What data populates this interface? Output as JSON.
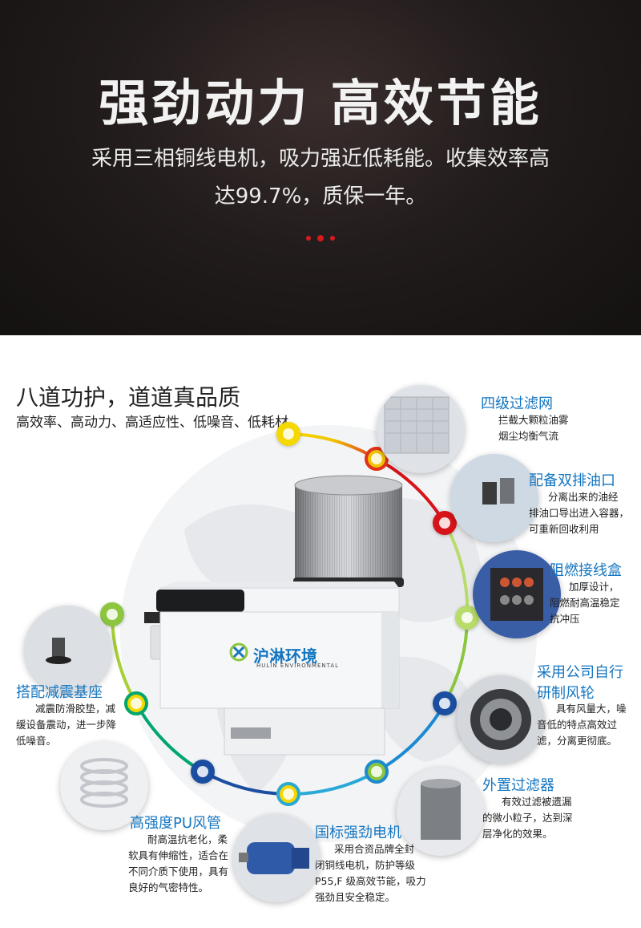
{
  "hero": {
    "title": "强劲动力 高效节能",
    "line1": "采用三相铜线电机，吸力强近低耗能。收集效率高",
    "line2": "达99.7%，质保一年。"
  },
  "section": {
    "title": "八道功护，道道真品质",
    "subtitle": "高效率、高动力、高适应性、低噪音、低耗材"
  },
  "product": {
    "brand": "沪淋环境",
    "brand_en": "HULIN ENVIRONMENTAL"
  },
  "features": [
    {
      "title": "四级过滤网",
      "desc": [
        "拦截大颗粒油雾",
        "烟尘均衡气流"
      ],
      "icon": "filter-mesh-icon"
    },
    {
      "title": "配备双排油口",
      "desc": [
        "分离出来的油经",
        "排油口导出进入容器，",
        "可重新回收利用"
      ],
      "icon": "oil-outlet-icon"
    },
    {
      "title": "阻燃接线盒",
      "desc": [
        "加厚设计，",
        "阻燃耐高温稳定",
        "抗冲压"
      ],
      "icon": "junction-box-icon"
    },
    {
      "title": [
        "采用公司自行",
        "研制风轮"
      ],
      "desc": [
        "具有风量大，噪",
        "音低的特点高效过",
        "滤，分离更彻底。"
      ],
      "icon": "fan-wheel-icon"
    },
    {
      "title": "外置过滤器",
      "desc": [
        "有效过滤被遗漏",
        "的微小粒子，达到深",
        "层净化的效果。"
      ],
      "icon": "external-filter-icon"
    },
    {
      "title": "国标强劲电机",
      "desc": [
        "采用合资品牌全封",
        "闭铜线电机，防护等级",
        "P55,F 级高效节能，吸力",
        "强劲且安全稳定。"
      ],
      "icon": "motor-icon"
    },
    {
      "title": "高强度PU风管",
      "desc": [
        "耐高温抗老化，柔",
        "软具有伸缩性，适合在",
        "不同介质下使用，具有",
        "良好的气密特性。"
      ],
      "icon": "pu-hose-icon"
    },
    {
      "title": "搭配减震基座",
      "desc": [
        "减震防滑胶垫，减",
        "缓设备震动，进一步降",
        "低噪音。"
      ],
      "icon": "damping-base-icon"
    }
  ],
  "colors": {
    "accent_blue": "#1576c0",
    "red": "#d7141a",
    "yellow": "#f5d800",
    "green": "#8cc63f",
    "teal": "#00a56f",
    "navy": "#1b4ea1"
  }
}
